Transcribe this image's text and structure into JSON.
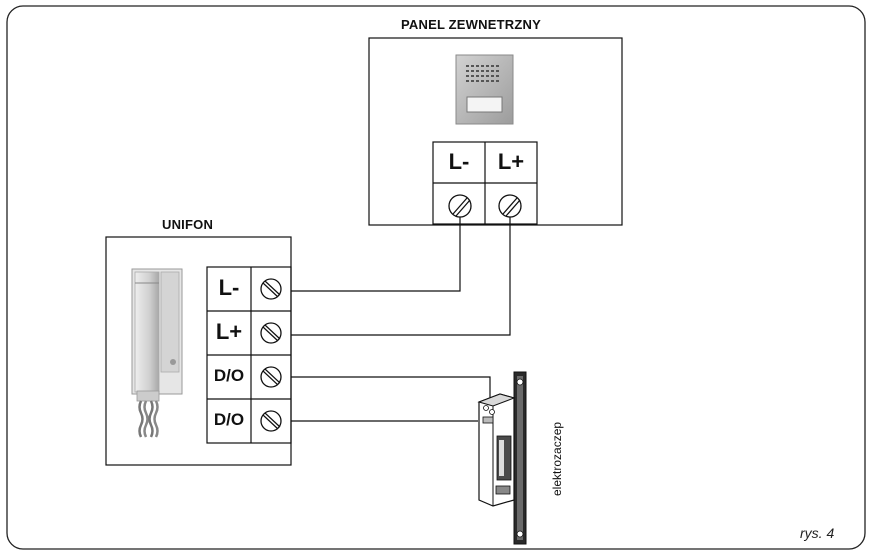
{
  "outdoor_panel": {
    "title": "PANEL ZEWNETRZNY",
    "terminals": [
      "L-",
      "L+"
    ]
  },
  "handset_unit": {
    "title": "UNIFON",
    "terminals": [
      "L-",
      "L+",
      "D/O",
      "D/O"
    ]
  },
  "lock": {
    "label": "elektrozaczep"
  },
  "figure_caption": "rys. 4",
  "colors": {
    "line": "#111111",
    "panel_face": "#b8b8b8",
    "handset_body": "#d8d8d8"
  }
}
